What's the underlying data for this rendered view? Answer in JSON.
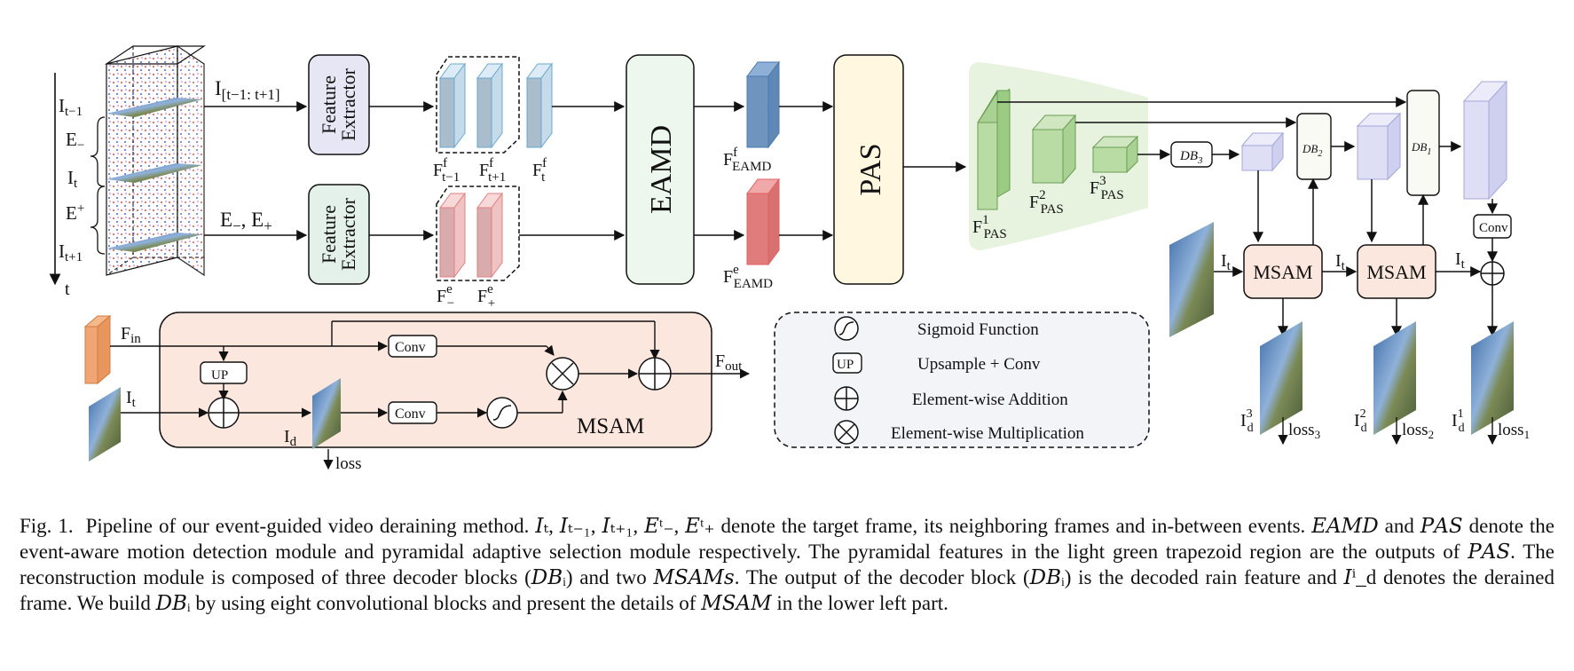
{
  "diagram": {
    "stack_labels": {
      "i_prev": "I",
      "i_prev_sub": "t−1",
      "e_minus": "E",
      "e_minus_sub": "−",
      "i_t": "I",
      "i_t_sub": "t",
      "e_plus": "E",
      "e_plus_sub": "+",
      "i_next": "I",
      "i_next_sub": "t+1",
      "time": "t"
    },
    "top_input_label": "I",
    "top_input_sub": "[t−1: t+1]",
    "bottom_input_label": "E",
    "bottom_input_sub1": "−",
    "bottom_input_mid": ", E",
    "bottom_input_sub2": "+",
    "feature_extractor_line1": "Feature",
    "feature_extractor_line2": "Extractor",
    "frame_features": [
      {
        "main": "F",
        "sup": "f",
        "sub": "t−1"
      },
      {
        "main": "F",
        "sup": "f",
        "sub": "t+1"
      },
      {
        "main": "F",
        "sup": "f",
        "sub": "t"
      }
    ],
    "event_features": [
      {
        "main": "F",
        "sup": "e",
        "sub": "−"
      },
      {
        "main": "F",
        "sup": "e",
        "sub": "+"
      }
    ],
    "eamd_label": "EAMD",
    "eamd_out_frame": {
      "main": "F",
      "sup": "f",
      "sub": "EAMD"
    },
    "eamd_out_event": {
      "main": "F",
      "sup": "e",
      "sub": "EAMD"
    },
    "pas_label": "PAS",
    "pyramid": [
      {
        "main": "F",
        "sup": "1",
        "sub": "PAS"
      },
      {
        "main": "F",
        "sup": "2",
        "sub": "PAS"
      },
      {
        "main": "F",
        "sup": "3",
        "sub": "PAS"
      }
    ],
    "db_blocks": [
      {
        "main": "DB",
        "sub": "3"
      },
      {
        "main": "DB",
        "sub": "2"
      },
      {
        "main": "DB",
        "sub": "1"
      }
    ],
    "msam_label": "MSAM",
    "it_label": "I",
    "it_sub": "t",
    "conv_label": "Conv",
    "outputs": [
      {
        "main": "I",
        "sup": "3",
        "sub": "d",
        "loss": "loss",
        "loss_sub": "3"
      },
      {
        "main": "I",
        "sup": "2",
        "sub": "d",
        "loss": "loss",
        "loss_sub": "2"
      },
      {
        "main": "I",
        "sup": "1",
        "sub": "d",
        "loss": "loss",
        "loss_sub": "1"
      }
    ],
    "msam_detail": {
      "title": "MSAM",
      "f_in": "F",
      "f_in_sub": "in",
      "f_out": "F",
      "f_out_sub": "out",
      "up": "UP",
      "conv_top": "Conv",
      "conv_bottom": "Conv",
      "it": "I",
      "it_sub": "t",
      "id": "I",
      "id_sub": "d",
      "loss": "loss"
    },
    "legend": [
      {
        "icon": "sigmoid-icon",
        "label": "Sigmoid Function"
      },
      {
        "icon": "up-icon",
        "icon_text": "UP",
        "label": "Upsample + Conv"
      },
      {
        "icon": "plus-circle-icon",
        "label": "Element-wise Addition"
      },
      {
        "icon": "times-circle-icon",
        "label": "Element-wise Multiplication"
      }
    ]
  },
  "caption": {
    "fig": "Fig. 1.",
    "text": "Pipeline of our event-guided video deraining method. 𝐼ₜ, 𝐼ₜ₋₁, 𝐼ₜ₊₁, 𝐸ᵗ₋, 𝐸ᵗ₊ denote the target frame, its neighboring frames and in-between events. 𝐸𝐴𝑀𝐷 and 𝑃𝐴𝑆 denote the event-aware motion detection module and pyramidal adaptive selection module respectively. The pyramidal features in the light green trapezoid region are the outputs of 𝑃𝐴𝑆. The reconstruction module is composed of three decoder blocks (𝐷𝐵ᵢ) and two 𝑀𝑆𝐴𝑀𝑠. The output of the decoder block (𝐷𝐵ᵢ) is the decoded rain feature and 𝐼ⁱ_d denotes the derained frame. We build 𝐷𝐵ᵢ by using eight convolutional blocks and present the details of 𝑀𝑆𝐴𝑀 in the lower left part."
  },
  "colors": {
    "extractor_top": "#e6e6f5",
    "extractor_bottom": "#e3f1ea",
    "eamd_fill": "#eef7ee",
    "pas_fill": "#fff7e0",
    "frame_feat": "#dcebf5",
    "event_feat": "#f7d9d9",
    "eamd_frame": "#6f95bf",
    "eamd_event": "#e07c7c",
    "pyramid_green": "#b9dca5",
    "trapezoid": "#e8f3df",
    "lavender": "#dedff4",
    "msam_fill": "#fce7de",
    "legend_fill": "#f3f4f8"
  }
}
